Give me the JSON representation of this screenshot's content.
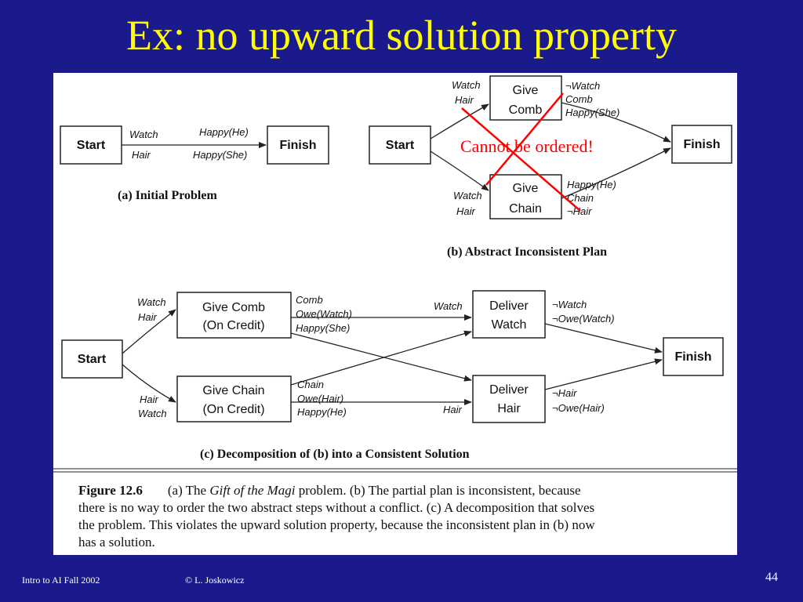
{
  "slide": {
    "title": "Ex: no upward solution property",
    "footer_left": "Intro to AI  Fall 2002",
    "footer_center": "© L. Joskowicz",
    "page_number": "44",
    "annotation": "Cannot be ordered!"
  },
  "figure": {
    "a": {
      "start": "Start",
      "finish": "Finish",
      "pre1": "Watch",
      "pre2": "Hair",
      "eff1": "Happy(He)",
      "eff2": "Happy(She)",
      "caption": "(a) Initial Problem"
    },
    "b": {
      "start": "Start",
      "finish": "Finish",
      "comb_line1": "Give",
      "comb_line2": "Comb",
      "chain_line1": "Give",
      "chain_line2": "Chain",
      "comb_pre1": "Watch",
      "comb_pre2": "Hair",
      "comb_eff1": "¬Watch",
      "comb_eff2": "Comb",
      "comb_eff3": "Happy(She)",
      "chain_pre1": "Watch",
      "chain_pre2": "Hair",
      "chain_eff1": "Happy(He)",
      "chain_eff2": "Chain",
      "chain_eff3": "¬Hair",
      "caption": "(b) Abstract Inconsistent Plan"
    },
    "c": {
      "start": "Start",
      "finish": "Finish",
      "givecomb_line1": "Give Comb",
      "givecomb_line2": "(On Credit)",
      "givechain_line1": "Give Chain",
      "givechain_line2": "(On Credit)",
      "deliverwatch_line1": "Deliver",
      "deliverwatch_line2": "Watch",
      "deliverhair_line1": "Deliver",
      "deliverhair_line2": "Hair",
      "gc_pre1": "Watch",
      "gc_pre2": "Hair",
      "gc_eff1": "Comb",
      "gc_eff2": "Owe(Watch)",
      "gc_eff3": "Happy(She)",
      "gch_pre1": "Hair",
      "gch_pre2": "Watch",
      "gch_eff1": "Chain",
      "gch_eff2": "Owe(Hair)",
      "gch_eff3": "Happy(He)",
      "dw_pre": "Watch",
      "dw_eff1": "¬Watch",
      "dw_eff2": "¬Owe(Watch)",
      "dh_pre": "Hair",
      "dh_eff1": "¬Hair",
      "dh_eff2": "¬Owe(Hair)",
      "caption": "(c) Decomposition of (b) into a Consistent Solution"
    },
    "caption": {
      "label": "Figure 12.6",
      "text_part1": "(a) The ",
      "italic": "Gift of the Magi",
      "text_part2": " problem.  (b) The partial plan is inconsistent, because",
      "line2": "there is no way to order the two abstract steps without a conflict.  (c) A decomposition that solves",
      "line3": "the problem.  This violates the upward solution property, because the inconsistent plan in (b) now",
      "line4": "has a solution."
    }
  }
}
